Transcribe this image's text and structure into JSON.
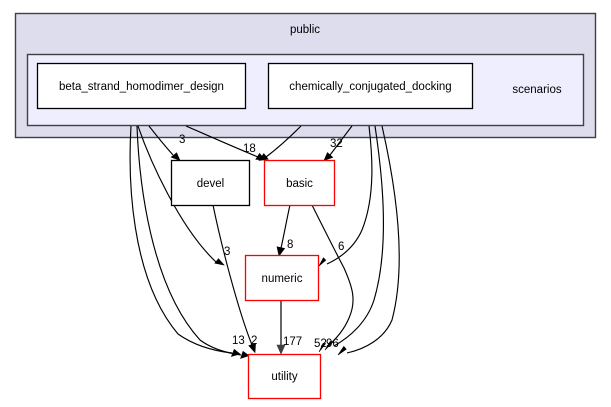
{
  "graph": {
    "type": "directory-dependency-graph",
    "clusters": [
      {
        "id": "public",
        "label": "public"
      },
      {
        "id": "scenarios",
        "label": "scenarios"
      }
    ],
    "nodes": [
      {
        "id": "beta",
        "label": "beta_strand_homodimer_design",
        "border": "black"
      },
      {
        "id": "ccd",
        "label": "chemically_conjugated_docking",
        "border": "black"
      },
      {
        "id": "devel",
        "label": "devel",
        "border": "black"
      },
      {
        "id": "basic",
        "label": "basic",
        "border": "red"
      },
      {
        "id": "numeric",
        "label": "numeric",
        "border": "red"
      },
      {
        "id": "utility",
        "label": "utility",
        "border": "red"
      }
    ],
    "edges": [
      {
        "from": "beta",
        "to": "devel",
        "label": "3"
      },
      {
        "from": "beta",
        "to": "basic",
        "label": "18"
      },
      {
        "from": "beta",
        "to": "numeric",
        "label": "3"
      },
      {
        "from": "beta",
        "to": "utility",
        "label": "13"
      },
      {
        "from": "beta",
        "to": "utility2",
        "label": "2"
      },
      {
        "from": "ccd",
        "to": "basic",
        "label": "32"
      },
      {
        "from": "ccd",
        "to": "utility",
        "label": "52"
      },
      {
        "from": "ccd",
        "to": "utility",
        "label": "96"
      },
      {
        "from": "devel",
        "to": "utility",
        "label": ""
      },
      {
        "from": "basic",
        "to": "numeric",
        "label": "8"
      },
      {
        "from": "basic",
        "to": "utility",
        "label": "6"
      },
      {
        "from": "numeric",
        "to": "utility",
        "label": "177"
      }
    ],
    "edge_labels": {
      "beta_devel": "3",
      "beta_basic": "18",
      "beta_numeric": "3",
      "beta_utility_a": "13",
      "beta_utility_b": "2",
      "ccd_basic": "32",
      "basic_numeric": "8",
      "basic_utility": "6",
      "numeric_utility": "177",
      "ccd_utility_a": "52",
      "ccd_utility_b": "96"
    },
    "colors": {
      "cluster_outer_fill": "#ddddee",
      "cluster_inner_fill": "#eeeeff",
      "cluster_stroke": "#404040",
      "node_fill": "#ffffff",
      "node_stroke_black": "#000000",
      "node_stroke_red": "#ff0000",
      "edge_stroke": "#000000",
      "text": "#000000",
      "background": "#ffffff"
    }
  }
}
